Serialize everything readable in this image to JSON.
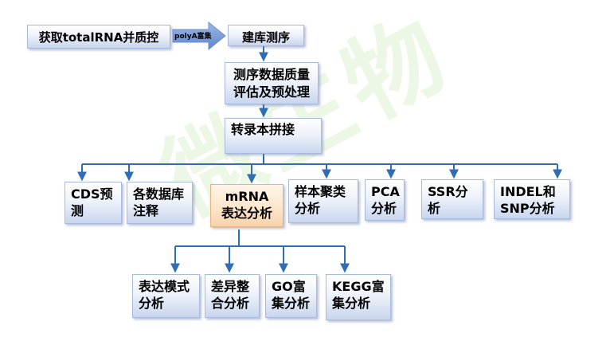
{
  "watermark": "微生物",
  "arrow_label": "polyA富集",
  "boxes": {
    "start": "获取totalRNA并质控",
    "library": "建库测序",
    "qc": "测序数据质量\n评估及预处理",
    "assembly": "转录本拼接"
  },
  "branches": [
    "CDS预\n测",
    "各数据库\n注释",
    "mRNA\n表达分析",
    "样本聚类\n分析",
    "PCA\n分析",
    "SSR分\n析",
    "INDEL和\nSNP分析"
  ],
  "subbranches": [
    "表达模式\n分析",
    "差异整\n合分析",
    "GO富\n集分析",
    "KEGG富\n集分析"
  ],
  "colors": {
    "line": "#2f6db5",
    "box_border": "#a9bbdc",
    "highlight": "#f7d3ad"
  }
}
